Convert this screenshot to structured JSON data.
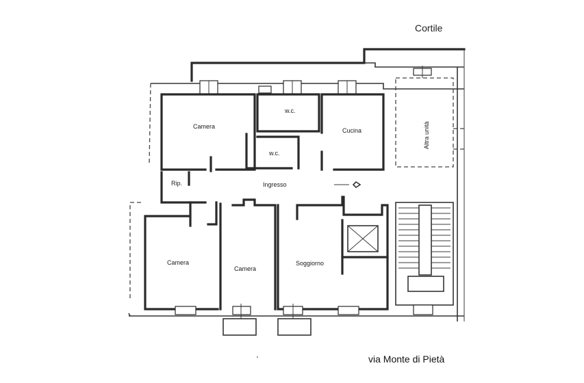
{
  "labels": {
    "courtyard": "Cortile",
    "street": "via Monte di Pietà",
    "rooms": {
      "camera_top": "Camera",
      "wc_upper": "w.c.",
      "wc_lower": "w.c.",
      "cucina": "Cucina",
      "altra_unita": "Altra unità",
      "rip": "Rip.",
      "ingresso": "Ingresso",
      "camera_left": "Camera",
      "camera_mid": "Camera",
      "soggiorno": "Soggiorno"
    }
  },
  "colors": {
    "wall": "#2a2a2a",
    "background": "#ffffff"
  }
}
